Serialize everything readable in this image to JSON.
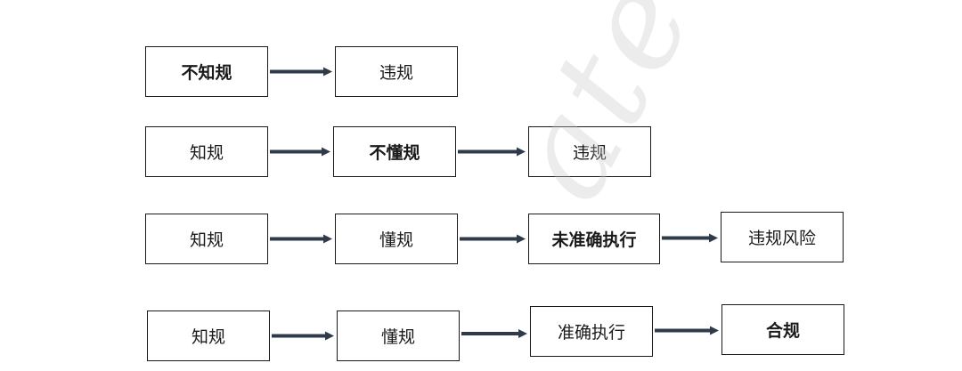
{
  "colors": {
    "border": "#1a1a1a",
    "arrow": "#2f3a4a",
    "text": "#1a1a1a"
  },
  "rows": [
    {
      "boxes": [
        {
          "label": "不知规",
          "bold": true
        },
        {
          "label": "违规",
          "bold": false
        }
      ]
    },
    {
      "boxes": [
        {
          "label": "知规",
          "bold": false
        },
        {
          "label": "不懂规",
          "bold": true
        },
        {
          "label": "违规",
          "bold": false
        }
      ]
    },
    {
      "boxes": [
        {
          "label": "知规",
          "bold": false
        },
        {
          "label": "懂规",
          "bold": false
        },
        {
          "label": "未准确执行",
          "bold": true
        },
        {
          "label": "违规风险",
          "bold": false
        }
      ]
    },
    {
      "boxes": [
        {
          "label": "知规",
          "bold": false
        },
        {
          "label": "懂规",
          "bold": false
        },
        {
          "label": "准确执行",
          "bold": false
        },
        {
          "label": "合规",
          "bold": true
        }
      ]
    }
  ]
}
